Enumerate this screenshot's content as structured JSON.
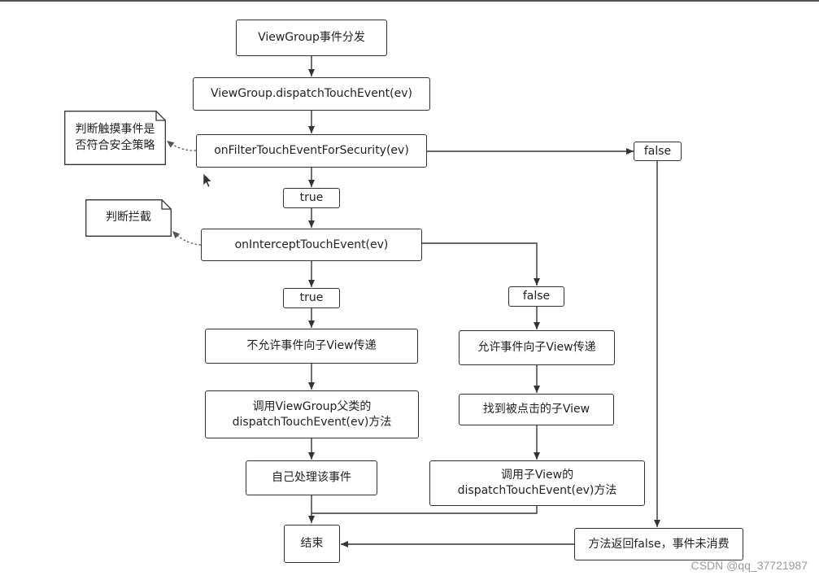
{
  "nodes": {
    "start": "ViewGroup事件分发",
    "dispatch": "ViewGroup.dispatchTouchEvent(ev)",
    "filter": "onFilterTouchEventForSecurity(ev)",
    "filter_true": "true",
    "filter_false": "false",
    "intercept": "onInterceptTouchEvent(ev)",
    "intercept_true": "true",
    "intercept_false": "false",
    "disallow_pass": "不允许事件向子View传递",
    "call_parent": "调用ViewGroup父类的\ndispatchTouchEvent(ev)方法",
    "handle_self": "自己处理该事件",
    "allow_pass": "允许事件向子View传递",
    "find_child": "找到被点击的子View",
    "call_child": "调用子View的\ndispatchTouchEvent(ev)方法",
    "return_false": "方法返回false，事件未消费",
    "end": "结束"
  },
  "notes": {
    "security_note": "判断触摸事件是\n否符合安全策略",
    "intercept_note": "判断拦截"
  },
  "watermark": "CSDN @qq_37721987",
  "colors": {
    "line": "#333333",
    "note_line": "#555555",
    "watermark": "#9a9a9a"
  }
}
